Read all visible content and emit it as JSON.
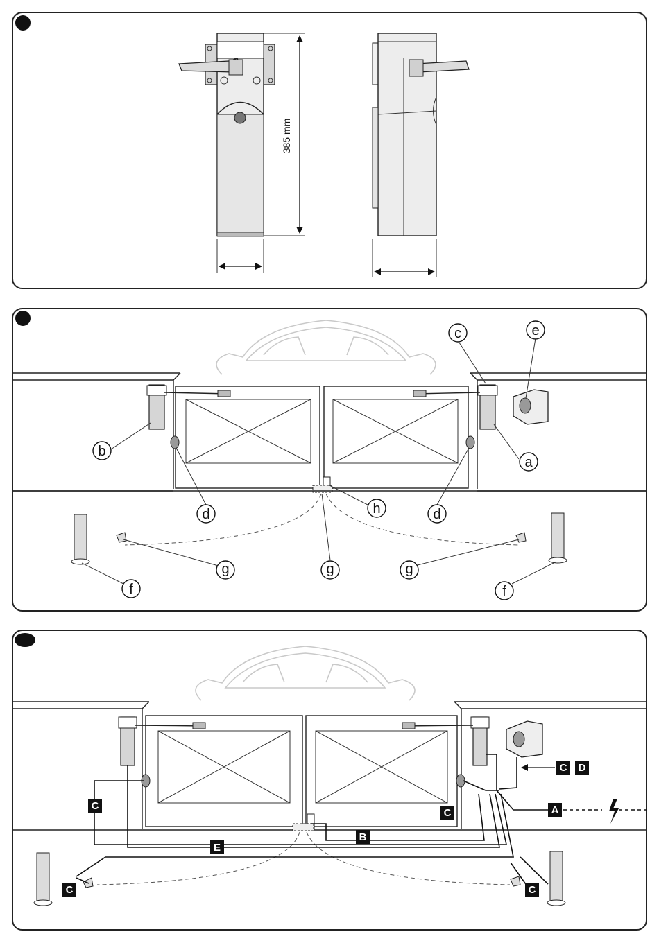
{
  "panel1": {
    "dimension_height": "385 mm"
  },
  "panel2": {
    "callouts": {
      "a": "a",
      "b": "b",
      "c": "c",
      "d": "d",
      "e": "e",
      "f": "f",
      "g": "g",
      "h": "h"
    }
  },
  "panel3": {
    "cable_labels": {
      "A": "A",
      "B": "B",
      "C": "C",
      "D": "D",
      "E": "E"
    },
    "lightning_icon": "lightning-bolt-icon"
  }
}
